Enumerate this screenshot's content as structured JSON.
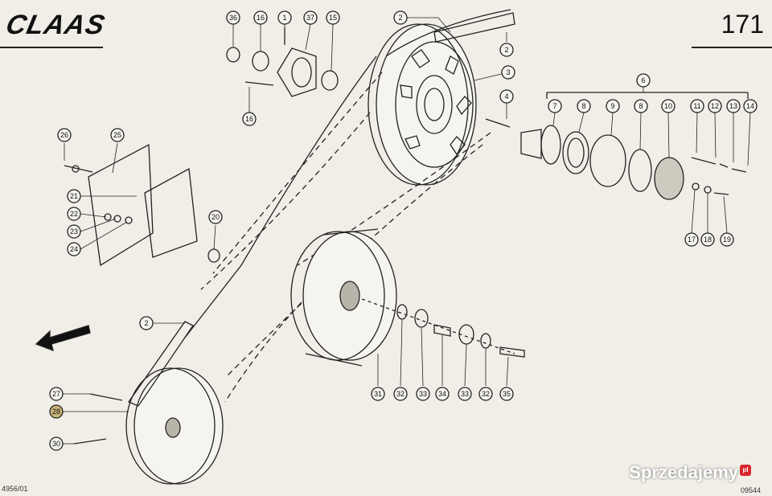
{
  "brand": "CLAAS",
  "page_number": "171",
  "footer_left": "4956/01",
  "footer_right": "09544",
  "watermark": {
    "text": "Sprzedajemy",
    "badge": "pl"
  },
  "callouts": {
    "c36": "36",
    "c16a": "16",
    "c1": "1",
    "c37": "37",
    "c15a": "15",
    "c16b": "16",
    "c2a": "2",
    "c2b": "2",
    "c3": "3",
    "c4": "4",
    "c6": "6",
    "c7": "7",
    "c8a": "8",
    "c9": "9",
    "c8b": "8",
    "c10": "10",
    "c11": "11",
    "c12": "12",
    "c13": "13",
    "c14": "14",
    "c17": "17",
    "c18": "18",
    "c19": "19",
    "c26": "26",
    "c25": "25",
    "c21": "21",
    "c22": "22",
    "c23": "23",
    "c24": "24",
    "c20": "20",
    "c2c": "2",
    "c31": "31",
    "c32a": "32",
    "c33a": "33",
    "c34": "34",
    "c33b": "33",
    "c32b": "32",
    "c35": "35",
    "c27": "27",
    "c28": "28",
    "c30": "30"
  }
}
